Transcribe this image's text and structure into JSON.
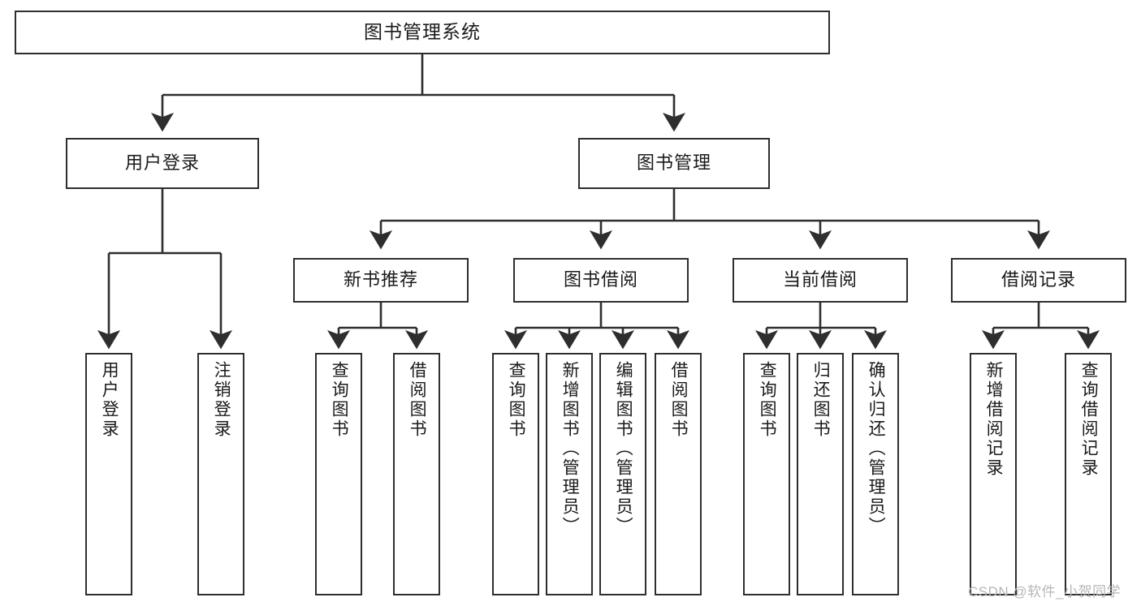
{
  "diagram": {
    "title": "图书管理系统",
    "type": "tree-hierarchy",
    "stroke_color": "#2e2e2e",
    "fill_color": "#ffffff",
    "text_color": "#1a1a1a"
  },
  "nodes": {
    "root": {
      "label": "图书管理系统",
      "level": 1
    },
    "l2": [
      {
        "id": "user-login",
        "label": "用户登录"
      },
      {
        "id": "book-manage",
        "label": "图书管理"
      }
    ],
    "l3": [
      {
        "id": "new-book-recommend",
        "label": "新书推荐"
      },
      {
        "id": "book-borrow",
        "label": "图书借阅"
      },
      {
        "id": "current-borrow",
        "label": "当前借阅"
      },
      {
        "id": "borrow-record",
        "label": "借阅记录"
      }
    ],
    "leaves": {
      "user_login": [
        {
          "id": "leaf-user-login",
          "label": "用户登录"
        },
        {
          "id": "leaf-logout-login",
          "label": "注销登录"
        }
      ],
      "new_book_recommend": [
        {
          "id": "leaf-query-book-1",
          "label": "查询图书"
        },
        {
          "id": "leaf-borrow-book-1",
          "label": "借阅图书"
        }
      ],
      "book_borrow": [
        {
          "id": "leaf-query-book-2",
          "label": "查询图书"
        },
        {
          "id": "leaf-add-book",
          "label": "新增图书（管理员）"
        },
        {
          "id": "leaf-edit-book",
          "label": "编辑图书（管理员）"
        },
        {
          "id": "leaf-borrow-book-2",
          "label": "借阅图书"
        }
      ],
      "current_borrow": [
        {
          "id": "leaf-query-book-3",
          "label": "查询图书"
        },
        {
          "id": "leaf-return-book",
          "label": "归还图书"
        },
        {
          "id": "leaf-confirm-return",
          "label": "确认归还（管理员）"
        }
      ],
      "borrow_record": [
        {
          "id": "leaf-add-borrow-record",
          "label": "新增借阅记录"
        },
        {
          "id": "leaf-query-borrow-record",
          "label": "查询借阅记录"
        }
      ]
    }
  },
  "watermark": {
    "text": "CSDN @软件_小贺同学"
  }
}
